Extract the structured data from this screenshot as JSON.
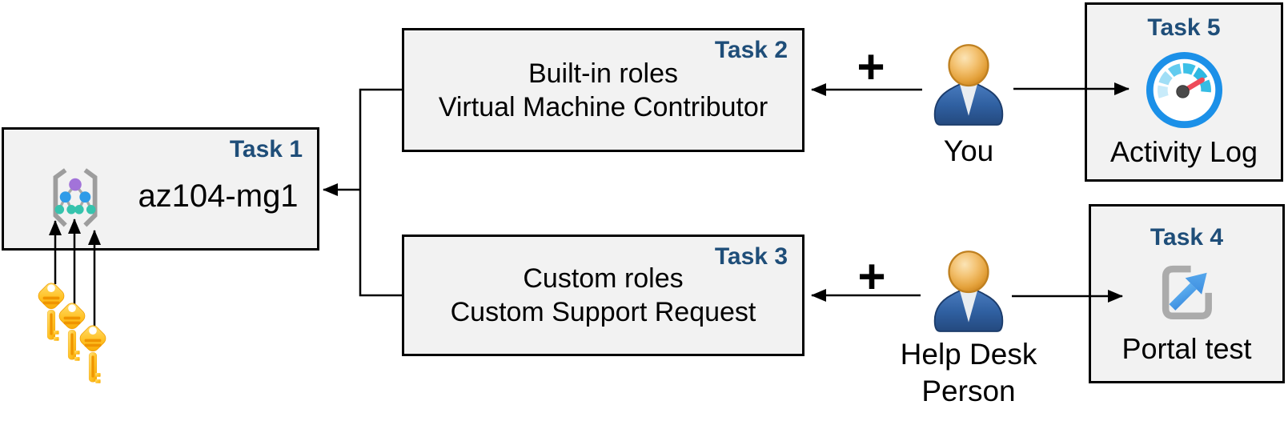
{
  "diagram": {
    "boxes": {
      "task1": {
        "tag": "Task 1",
        "name": "az104-mg1"
      },
      "task2": {
        "tag": "Task 2",
        "lines": [
          "Built-in roles",
          "Virtual Machine Contributor"
        ]
      },
      "task3": {
        "tag": "Task 3",
        "lines": [
          "Custom roles",
          "Custom Support Request"
        ]
      },
      "task4": {
        "tag": "Task 4",
        "caption": "Portal test"
      },
      "task5": {
        "tag": "Task 5",
        "caption": "Activity Log"
      }
    },
    "actors": {
      "you": {
        "label": "You"
      },
      "help_desk": {
        "lines": [
          "Help Desk",
          "Person"
        ]
      }
    },
    "symbols": {
      "plus": "+"
    },
    "icons": {
      "task1": "management-group-icon",
      "task1_keys": "access-keys-icon",
      "task4": "external-link-icon",
      "task5": "activity-log-gauge-icon",
      "actors": "person-icon"
    },
    "colors": {
      "task_label": "#1f4e79",
      "box_fill": "#f2f2f2",
      "box_border": "#000000",
      "text": "#000000",
      "connector": "#000000",
      "person_head_orange": "#e8a33d",
      "person_body_blue": "#2f5fa0",
      "key_gold": "#ffc226",
      "gauge_ring_blue": "#1b90e8",
      "gauge_needle_red": "#ee4a59",
      "mg_node_purple": "#a273d9",
      "mg_node_blue": "#2e9be8",
      "mg_node_teal": "#36c3ad",
      "portal_bracket_gray": "#ababab",
      "portal_arrow_blue": "#4aa0e8"
    }
  }
}
